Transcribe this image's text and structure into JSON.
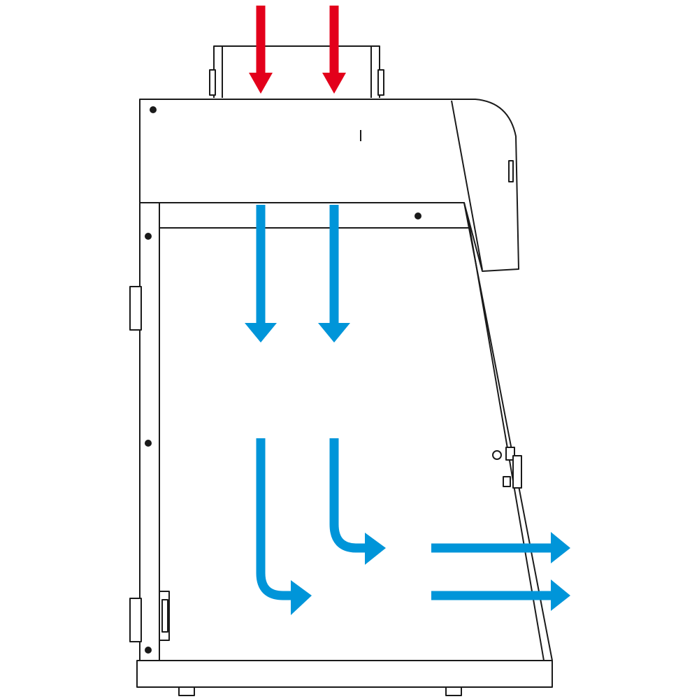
{
  "figure": {
    "subject": "laminar-flow-cabinet-side-view",
    "colors": {
      "outline": "#1a1a1a",
      "background": "#ffffff",
      "intake_arrow": "#e3001b",
      "flow_arrow": "#0095d9"
    },
    "arrows": [
      {
        "name": "intake-arrow-left",
        "kind": "intake",
        "direction": "down"
      },
      {
        "name": "intake-arrow-right",
        "kind": "intake",
        "direction": "down"
      },
      {
        "name": "downflow-arrow-left",
        "kind": "flow",
        "direction": "down"
      },
      {
        "name": "downflow-arrow-right",
        "kind": "flow",
        "direction": "down"
      },
      {
        "name": "deflect-arrow-left",
        "kind": "flow",
        "direction": "down-then-right"
      },
      {
        "name": "deflect-arrow-right",
        "kind": "flow",
        "direction": "down-then-right"
      },
      {
        "name": "exit-arrow-upper",
        "kind": "flow",
        "direction": "right"
      },
      {
        "name": "exit-arrow-lower",
        "kind": "flow",
        "direction": "right"
      }
    ]
  }
}
